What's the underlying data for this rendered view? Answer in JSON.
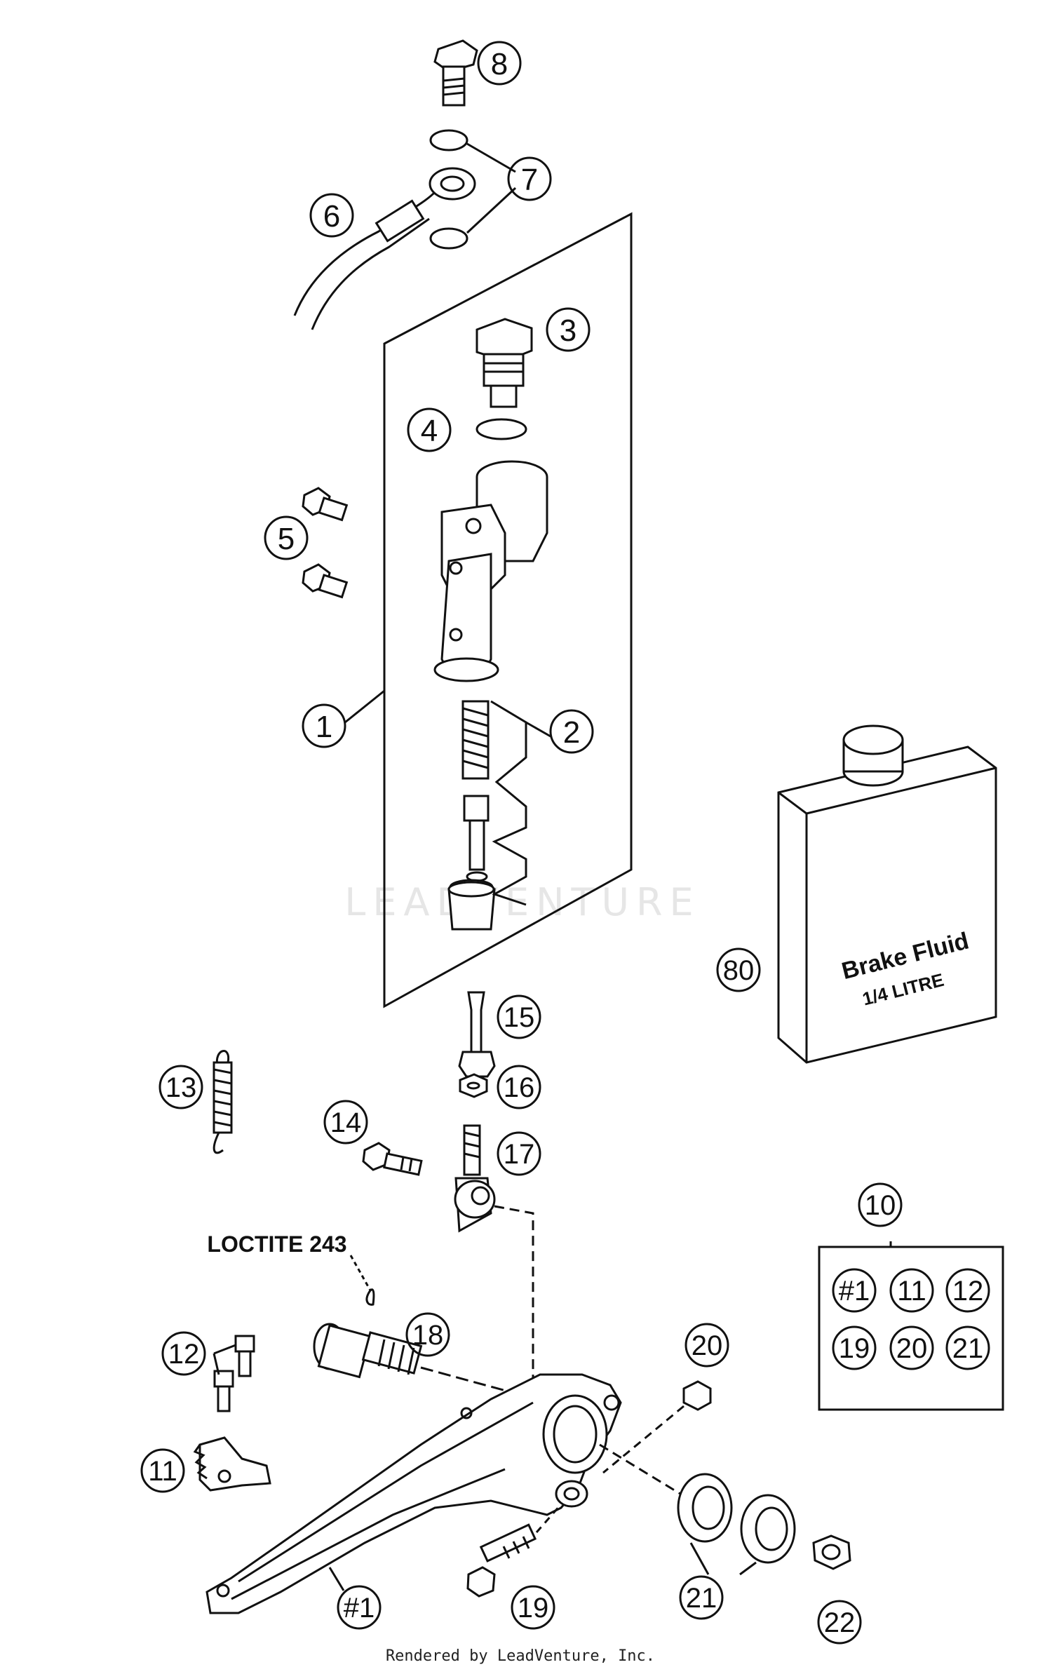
{
  "callouts": [
    "8",
    "7",
    "6",
    "3",
    "4",
    "5",
    "1",
    "2",
    "80",
    "15",
    "13",
    "16",
    "14",
    "17",
    "10",
    "18",
    "12",
    "20",
    "11",
    "21",
    "19",
    "22"
  ],
  "kit_items": [
    "#1",
    "11",
    "12",
    "19",
    "20",
    "21"
  ],
  "pedal_label": "#1",
  "loctite_label": "LOCTITE 243",
  "brake_fluid": {
    "title": "Brake Fluid",
    "volume": "1/4 LITRE"
  },
  "watermark": "LEADVENTURE",
  "footer": "Rendered by LeadVenture, Inc."
}
